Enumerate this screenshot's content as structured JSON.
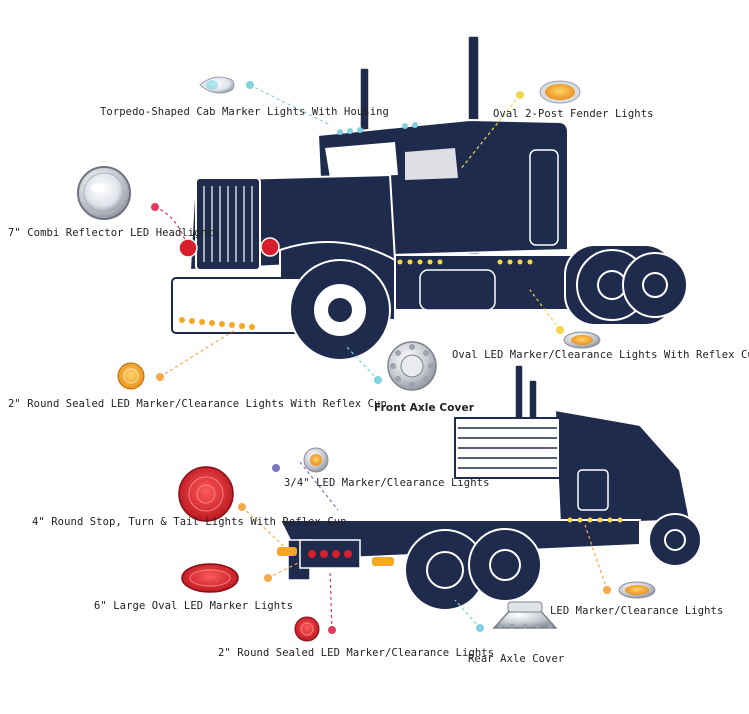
{
  "colors": {
    "truck": "#1f2b4d",
    "truck_outline": "#ffffff",
    "amber": "#f5a623",
    "red": "#d81e2c",
    "chrome": "#c9ccd3",
    "leader_red": "#e23a5a",
    "leader_amber": "#f6a94a",
    "leader_cyan": "#7fd3df",
    "leader_yellow": "#f2d64b",
    "leader_purple": "#7d74c9"
  },
  "diagram": {
    "callouts": [
      {
        "id": "torpedo-cab-marker",
        "label": "Torpedo-Shaped Cab Marker Lights With Housing",
        "icon": "torpedo-marker-light-icon"
      },
      {
        "id": "oval-2post-fender",
        "label": "Oval 2-Post Fender Lights",
        "icon": "oval-amber-light-icon"
      },
      {
        "id": "combi-headlight",
        "label": "7\" Combi Reflector LED Headlights",
        "icon": "round-headlight-icon"
      },
      {
        "id": "oval-reflex-cup",
        "label": "Oval LED Marker/Clearance Lights With Reflex Cup",
        "icon": "oval-chrome-marker-icon"
      },
      {
        "id": "round-2in-reflex",
        "label": "2\" Round Sealed LED Marker/Clearance Lights With Reflex Cup",
        "icon": "round-amber-light-icon"
      },
      {
        "id": "front-axle-cover",
        "label": "Front Axle Cover",
        "icon": "front-axle-cover-icon"
      },
      {
        "id": "three-quarter-led",
        "label": "3/4\" LED Marker/Clearance Lights",
        "icon": "small-amber-light-icon"
      },
      {
        "id": "round-4in-stop",
        "label": "4\" Round Stop, Turn & Tail Lights With Reflex Cup",
        "icon": "round-red-tail-light-icon"
      },
      {
        "id": "large-oval-6in",
        "label": "6\" Large Oval LED Marker Lights",
        "icon": "oval-red-light-icon"
      },
      {
        "id": "led-marker-clearance",
        "label": "LED Marker/Clearance Lights",
        "icon": "oval-amber-marker-icon"
      },
      {
        "id": "round-2in-sealed",
        "label": "2\" Round Sealed LED Marker/Clearance Lights",
        "icon": "small-round-red-light-icon"
      },
      {
        "id": "rear-axle-cover",
        "label": "Rear Axle Cover",
        "icon": "rear-axle-cover-icon"
      }
    ]
  }
}
